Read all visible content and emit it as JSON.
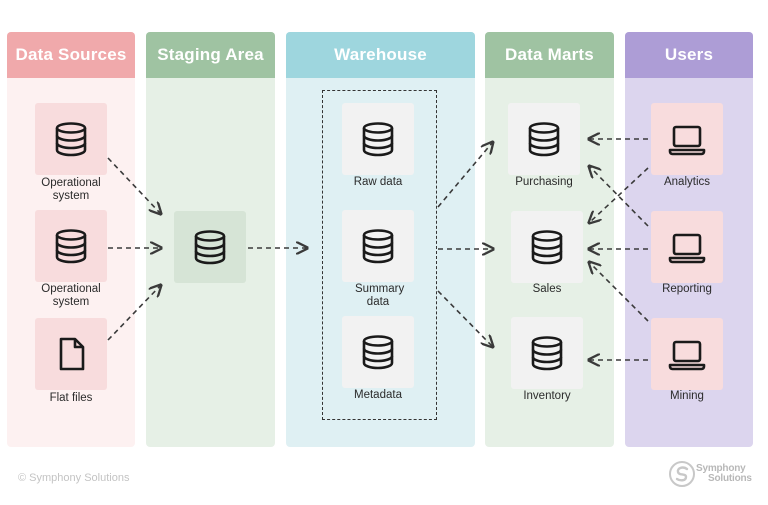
{
  "columns": {
    "sources": {
      "title": "Data Sources",
      "header_color": "#f0a9ab",
      "body_color": "#fdf1f1"
    },
    "staging": {
      "title": "Staging Area",
      "header_color": "#9fc3a2",
      "body_color": "#e6f0e6"
    },
    "warehouse": {
      "title": "Warehouse",
      "header_color": "#9ed6de",
      "body_color": "#dff0f3"
    },
    "marts": {
      "title": "Data Marts",
      "header_color": "#9fc3a2",
      "body_color": "#e6f0e6"
    },
    "users": {
      "title": "Users",
      "header_color": "#ad9dd6",
      "body_color": "#dcd5ee"
    }
  },
  "sources": [
    {
      "label": "Operational system",
      "icon": "database-icon"
    },
    {
      "label": "Operational system",
      "icon": "database-icon"
    },
    {
      "label": "Flat files",
      "icon": "file-icon"
    }
  ],
  "staging": {
    "icon": "database-icon"
  },
  "warehouse": [
    {
      "label": "Raw data",
      "icon": "database-icon"
    },
    {
      "label": "Summary data",
      "icon": "database-icon"
    },
    {
      "label": "Metadata",
      "icon": "database-icon"
    }
  ],
  "marts": [
    {
      "label": "Purchasing",
      "icon": "database-icon"
    },
    {
      "label": "Sales",
      "icon": "database-icon"
    },
    {
      "label": "Inventory",
      "icon": "database-icon"
    }
  ],
  "users": [
    {
      "label": "Analytics",
      "icon": "laptop-icon"
    },
    {
      "label": "Reporting",
      "icon": "laptop-icon"
    },
    {
      "label": "Mining",
      "icon": "laptop-icon"
    }
  ],
  "colors": {
    "source_tile": "#f8dcdd",
    "staging_tile": "#d6e4d6",
    "neutral_tile": "#f2f2f2",
    "user_tile": "#f8dcdd",
    "icon_stroke": "#1a1a1a",
    "arrow": "#3a3a3a"
  },
  "footer": {
    "copyright": "© Symphony Solutions",
    "logo_line1": "Symphony",
    "logo_line2": "Solutions"
  }
}
